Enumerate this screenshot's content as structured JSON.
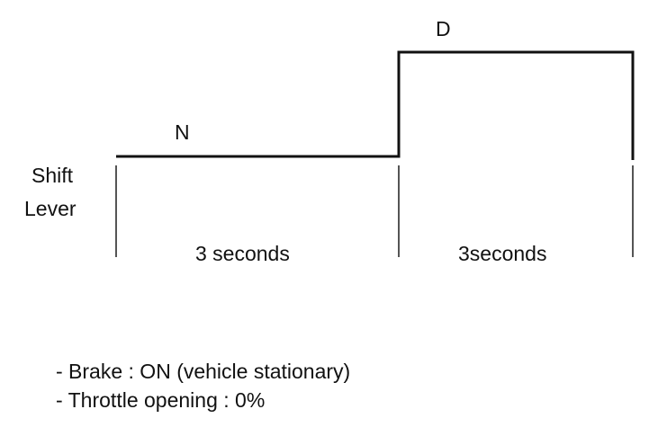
{
  "diagram": {
    "axis_label": [
      "Shift",
      "Lever"
    ],
    "states": [
      {
        "label": "N",
        "duration": "3 seconds"
      },
      {
        "label": "D",
        "duration": "3seconds"
      }
    ]
  },
  "notes": [
    "- Brake : ON (vehicle stationary)",
    "- Throttle opening : 0%"
  ],
  "colors": {
    "line": "#111111",
    "tick": "#555555",
    "background": "#ffffff"
  }
}
